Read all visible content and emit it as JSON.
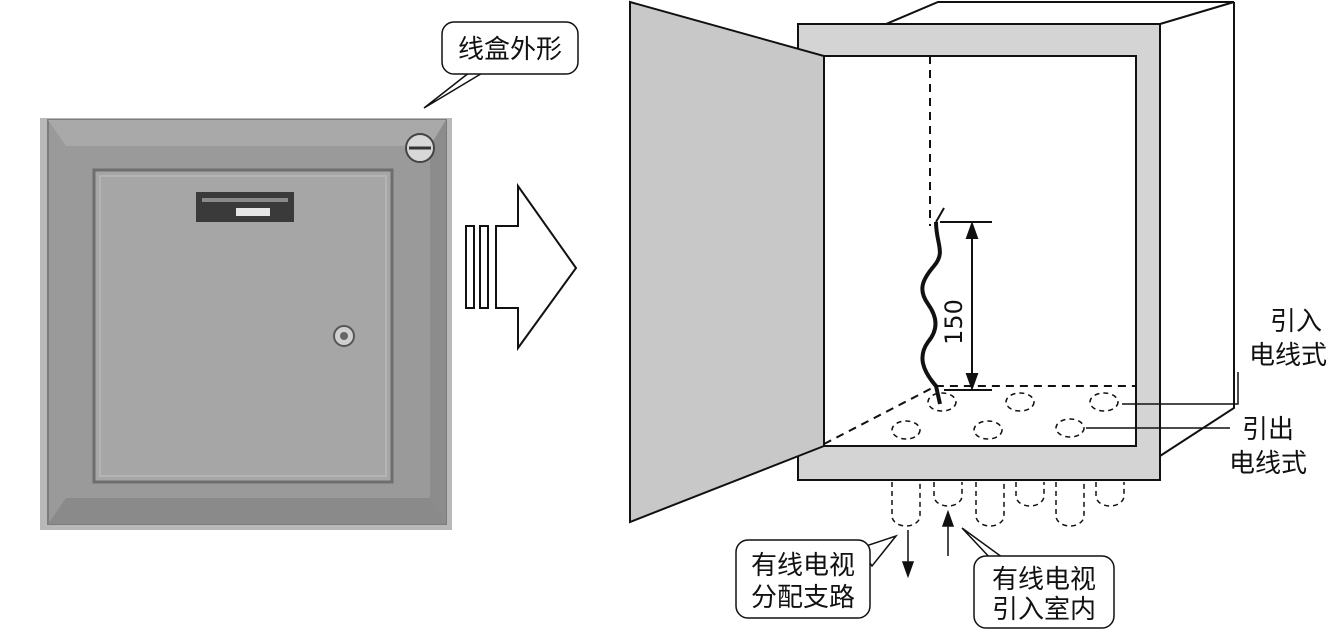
{
  "callouts": {
    "box_shape": "线盒外形",
    "tv_branch": [
      "有线电视",
      "分配支路"
    ],
    "tv_entry": [
      "有线电视",
      "引入室内"
    ]
  },
  "labels": {
    "wire_in": [
      "引入",
      "电线式"
    ],
    "wire_out": [
      "引出",
      "电线式"
    ]
  },
  "dimension": {
    "value": "150"
  },
  "colors": {
    "photo_frame": "#9a9a9a",
    "photo_door": "#a6a6a6",
    "frame_fill": "#d4d4d4",
    "door_fill": "#c8c8c8",
    "line": "#111111"
  }
}
